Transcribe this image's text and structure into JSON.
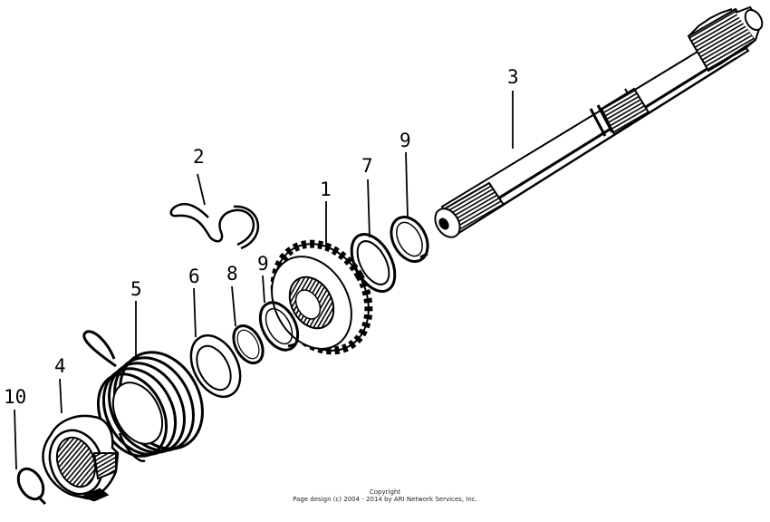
{
  "labels": {
    "p1": "1",
    "p2": "2",
    "p3": "3",
    "p4": "4",
    "p5": "5",
    "p6": "6",
    "p7": "7",
    "p8": "8",
    "p9a": "9",
    "p9b": "9",
    "p10": "10"
  },
  "footer": {
    "line1": "Copyright",
    "line2": "Page design (c) 2004 - 2014 by ARI Network Services, Inc."
  }
}
